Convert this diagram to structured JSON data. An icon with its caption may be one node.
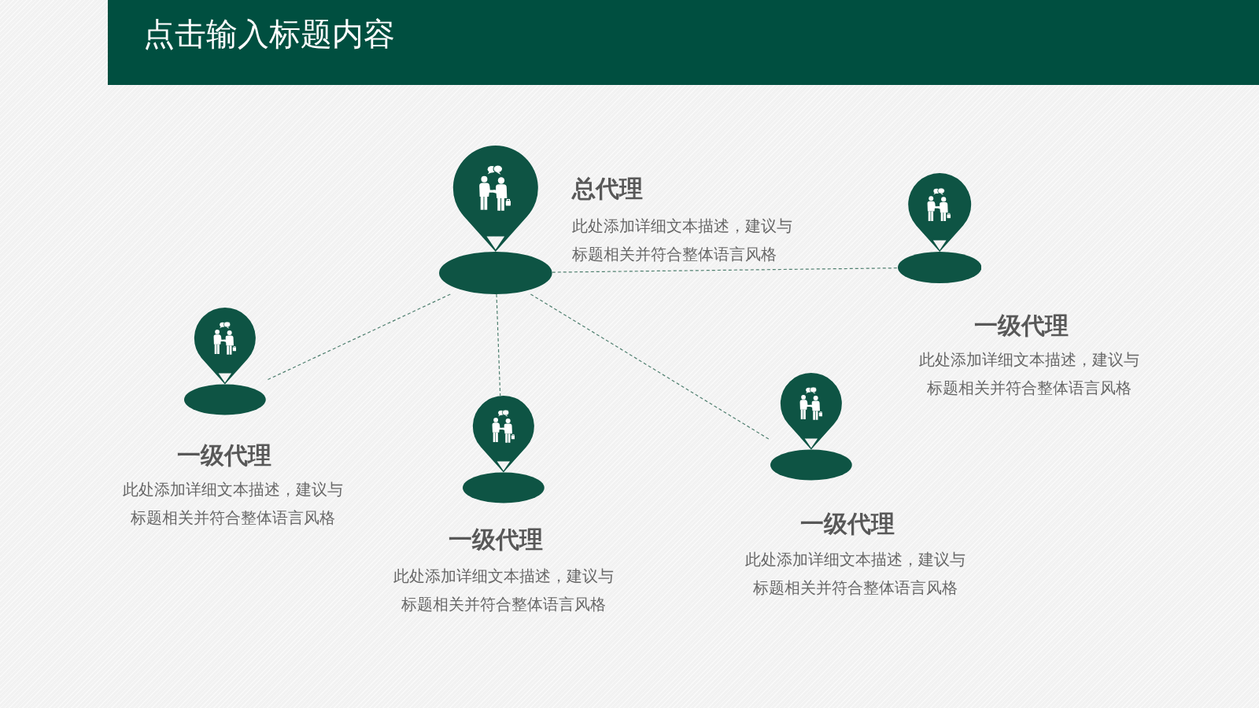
{
  "diagram": {
    "title": "点击输入标题内容",
    "nodes": [
      {
        "text": [
          "总代理",
          "此处添加详细文本描述，建议与标题相关并符合整体语言风格"
        ]
      },
      {
        "text": [
          "一级代理",
          "此处添加详细文本描述，建议与标题相关并符合整体语言风格"
        ]
      },
      {
        "text": [
          "一级代理",
          "此处添加详细文本描述，建议与标题相关并符合整体语言风格"
        ]
      },
      {
        "text": [
          "一级代理",
          "此处添加详细文本描述，建议与标题相关并符合整体语言风格"
        ]
      },
      {
        "text": [
          "一级代理",
          "此处添加详细文本描述，建议与标题相关并符合整体语言风格"
        ]
      }
    ],
    "edges": [
      {
        "from": 0,
        "to": 1,
        "arrow": "none",
        "style": "dashed"
      },
      {
        "from": 0,
        "to": 2,
        "arrow": "none",
        "style": "dashed"
      },
      {
        "from": 0,
        "to": 3,
        "arrow": "none",
        "style": "dashed"
      },
      {
        "from": 0,
        "to": 4,
        "arrow": "none",
        "style": "dashed"
      }
    ]
  }
}
